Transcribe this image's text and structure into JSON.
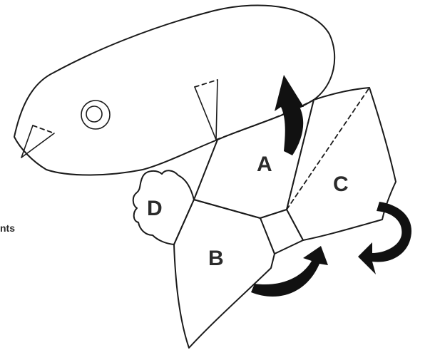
{
  "labels": {
    "a": "A",
    "b": "B",
    "c": "C",
    "d": "D"
  },
  "side_text": "nts",
  "colors": {
    "ink": "#1a1a1a",
    "arrow": "#111111",
    "label": "#2b2b2b",
    "background": "#ffffff"
  },
  "icons": [
    "rotate-arrow-up-icon",
    "rotate-arrow-clockwise-icon",
    "rotate-arrow-curl-icon"
  ]
}
